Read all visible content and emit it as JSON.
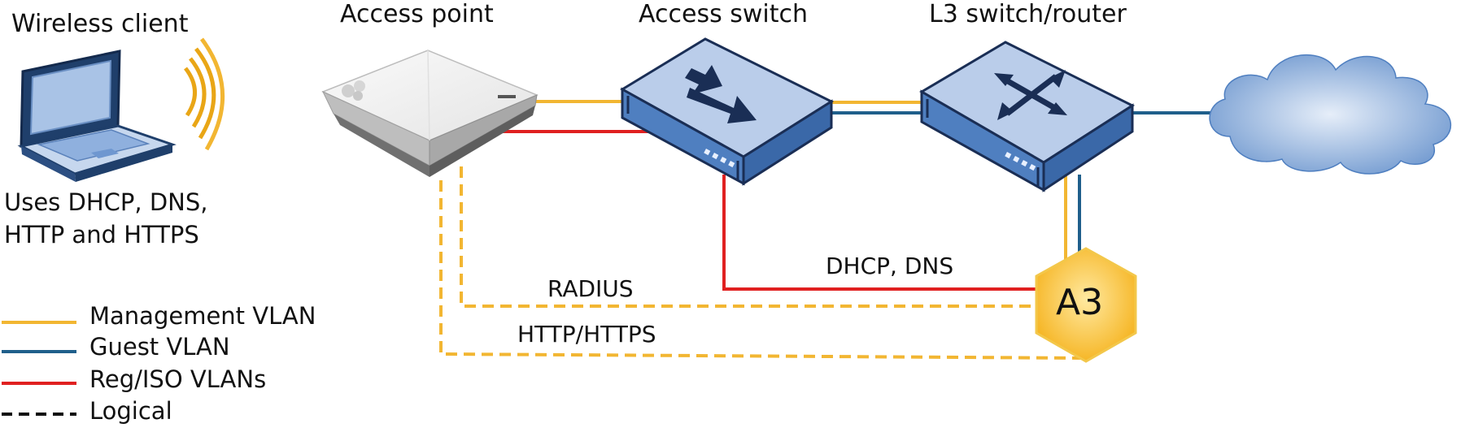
{
  "devices": {
    "wireless_client": "Wireless client",
    "access_point": "Access point",
    "access_switch": "Access switch",
    "l3_switch": "L3 switch/router",
    "a3": "A3"
  },
  "client_note": [
    "Uses DHCP, DNS,",
    "HTTP and HTTPS"
  ],
  "connections": {
    "dhcp_dns": "DHCP, DNS",
    "radius": "RADIUS",
    "http_https": "HTTP/HTTPS"
  },
  "legend": [
    {
      "label": "Management VLAN",
      "color": "#F2B632",
      "style": "solid"
    },
    {
      "label": "Guest VLAN",
      "color": "#1F5F8B",
      "style": "solid"
    },
    {
      "label": "Reg/ISO VLANs",
      "color": "#E02020",
      "style": "solid"
    },
    {
      "label": "Logical",
      "color": "#111111",
      "style": "dashed"
    }
  ],
  "colors": {
    "management": "#F2B632",
    "guest": "#1F5F8B",
    "reg_iso": "#E02020",
    "switch_top": "#B8CBE8",
    "switch_side": "#4F7FC0",
    "switch_outline": "#1A2E55",
    "a3_hex": "#F7B92B"
  }
}
